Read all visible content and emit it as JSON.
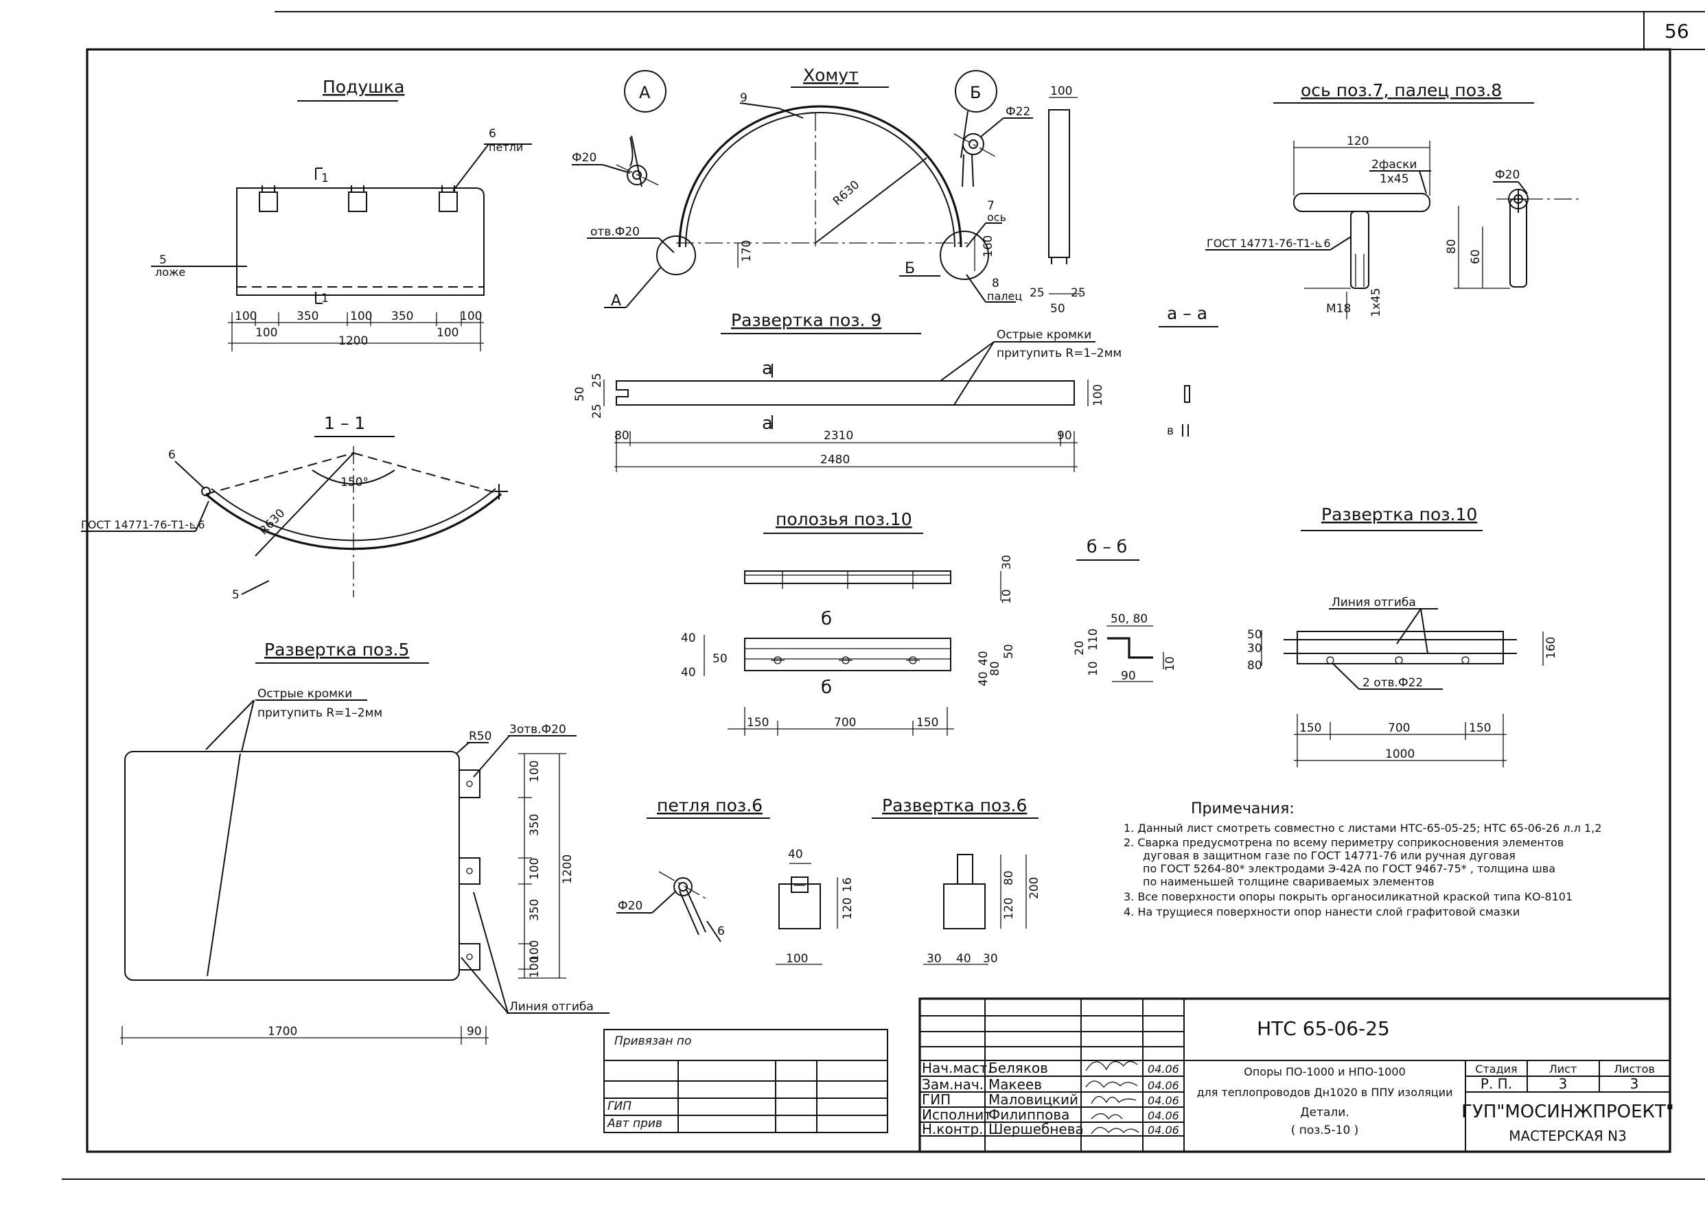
{
  "sheet_corner_number": "56",
  "views": {
    "podushka": {
      "title": "Подушка",
      "loops_num": "6",
      "loops_word": "петли",
      "bed_num": "5",
      "bed_word": "ложе",
      "section": "1",
      "dims": [
        "100",
        "350",
        "100",
        "350",
        "100",
        "100",
        "100",
        "1200"
      ]
    },
    "section11": {
      "title": "1 – 1",
      "part6": "6",
      "gost": "ГОСТ 14771-76-Т1-⊾6",
      "radius": "R630",
      "angle": "150°",
      "part5": "5"
    },
    "razv5": {
      "title": "Развертка поз.5",
      "note1": "Острые кромки",
      "note2": "притупить R=1–2мм",
      "r50": "R50",
      "holes": "3отв.Ф20",
      "dims_v": [
        "100",
        "350",
        "100",
        "350",
        "100",
        "100"
      ],
      "dim_total_v": "1200",
      "dim_w": "1700",
      "dim_tab": "90",
      "bend": "Линия отгиба"
    },
    "khomut": {
      "title": "Хомут",
      "marker_a": "А",
      "marker_b": "Б",
      "part9": "9",
      "radius": "R630",
      "phi20": "Ф20",
      "hole": "отв.Ф20",
      "dim170": "170",
      "phi22": "Ф22",
      "p7": "7",
      "p7w": "ось",
      "dim160": "160",
      "p8": "8",
      "p8w": "палец",
      "d100": "100",
      "d25a": "25",
      "d25b": "25",
      "d50": "50"
    },
    "razv9": {
      "title": "Развертка поз. 9",
      "note1": "Острые кромки",
      "note2": "притупить R=1–2мм",
      "cut": "а",
      "d50": "50",
      "d25a": "25",
      "d25b": "25",
      "d100": "100",
      "d80": "80",
      "d2310": "2310",
      "d90": "90",
      "d2480": "2480"
    },
    "aa": {
      "title": "а – а",
      "b": "в"
    },
    "os": {
      "title": "ось поз.7, палец поз.8",
      "d120": "120",
      "chamfer": "2фаски",
      "chamfer2": "1х45",
      "phi20": "Ф20",
      "gost": "ГОСТ 14771-76-Т1-⊾6",
      "d80": "80",
      "d60": "60",
      "m18": "М18",
      "c145": "1х45"
    },
    "polozya": {
      "title": "полозья поз.10",
      "d30": "30",
      "d10": "10",
      "cut": "б",
      "d40a": "40",
      "d50": "50",
      "d40b": "40",
      "d40c": "40",
      "d40d": "40",
      "d80": "80",
      "d50b": "50",
      "d150a": "150",
      "d700": "700",
      "d150b": "150"
    },
    "bb": {
      "title": "б – б",
      "d5080": "50, 80",
      "d20": "20",
      "d10a": "10",
      "d110": "110",
      "d90": "90",
      "d10b": "10"
    },
    "razv10": {
      "title": "Развертка поз.10",
      "bend": "Линия отгиба",
      "d50": "50",
      "d30": "30",
      "d80": "80",
      "d160": "160",
      "holes": "2 отв.Ф22",
      "d150a": "150",
      "d700": "700",
      "d150b": "150",
      "d1000": "1000"
    },
    "petlya": {
      "title": "петля поз.6",
      "phi20": "Ф20",
      "d6": "6",
      "d40": "40",
      "d16": "16",
      "d120": "120",
      "d100": "100"
    },
    "razv6": {
      "title": "Развертка поз.6",
      "d80": "80",
      "d120": "120",
      "d200": "200",
      "d30a": "30",
      "d40": "40",
      "d30b": "30"
    }
  },
  "notes": {
    "title": "Примечания:",
    "lines": [
      "1. Данный лист смотреть совместно с листами НТС-65-05-25; НТС 65-06-26 л.л 1,2",
      "2. Сварка предусмотрена по всему периметру соприкосновения элементов",
      "дуговая в защитном газе по ГОСТ 14771-76 или ручная дуговая",
      "по ГОСТ 5264-80* электродами Э-42А по ГОСТ 9467-75* , толщина шва",
      "по наименьшей толщине свариваемых элементов",
      "3. Все поверхности опоры покрыть органосиликатной краской типа КО-8101",
      "4. На трущиеся поверхности опор нанести слой графитовой смазки"
    ]
  },
  "stamp_left": {
    "privyazan": "Привязан по",
    "gip": "ГИП",
    "avt": "Авт прив"
  },
  "title_block": {
    "roles": [
      "Нач.маст.",
      "Зам.нач.",
      "ГИП",
      "Исполнит",
      "Н.контр."
    ],
    "names": [
      "Беляков",
      "Макеев",
      "Маловицкий",
      "Филиппова",
      "Шершебнева"
    ],
    "dates": [
      "04.06",
      "04.06",
      "04.06",
      "04.06",
      "04.06"
    ],
    "code": "НТС 65-06-25",
    "desc1": "Опоры ПО-1000 и НПО-1000",
    "desc2": "для теплопроводов Дн1020 в ППУ изоляции",
    "desc3": "Детали.",
    "desc4": "( поз.5-10 )",
    "stage_h": "Стадия",
    "sheet_h": "Лист",
    "sheets_h": "Листов",
    "stage": "Р. П.",
    "sheet": "3",
    "sheets": "3",
    "org": "ГУП\"МОСИНЖПРОЕКТ\"",
    "workshop": "МАСТЕРСКАЯ N3"
  }
}
